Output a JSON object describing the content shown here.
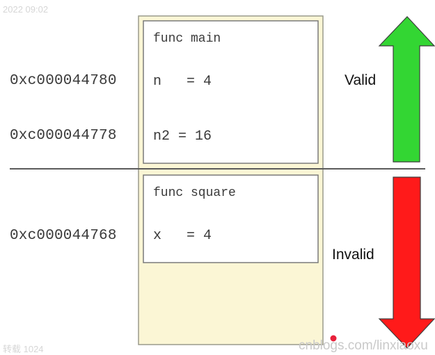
{
  "timestamp": "2022 09:02",
  "frames": {
    "main": {
      "title": "func main",
      "rows": [
        {
          "address": "0xc000044780",
          "text": "n   = 4"
        },
        {
          "address": "0xc000044778",
          "text": "n2 = 16"
        }
      ]
    },
    "square": {
      "title": "func square",
      "rows": [
        {
          "address": "0xc000044768",
          "text": "x   = 4"
        }
      ]
    }
  },
  "labels": {
    "valid": "Valid",
    "invalid": "Invalid"
  },
  "watermark_left": "转载 1024",
  "watermark": "cnblogs.com/linxiaoxu",
  "colors": {
    "stack_fill": "#fbf6d5",
    "stack_border": "#9a9a8c",
    "frame_border": "#7a7a7a",
    "divider": "#5a5a5a",
    "valid_arrow": "#33d633",
    "invalid_arrow": "#ff1a1a",
    "arrow_stroke": "#3c3c3c",
    "cursor_dot": "#e8203a"
  }
}
